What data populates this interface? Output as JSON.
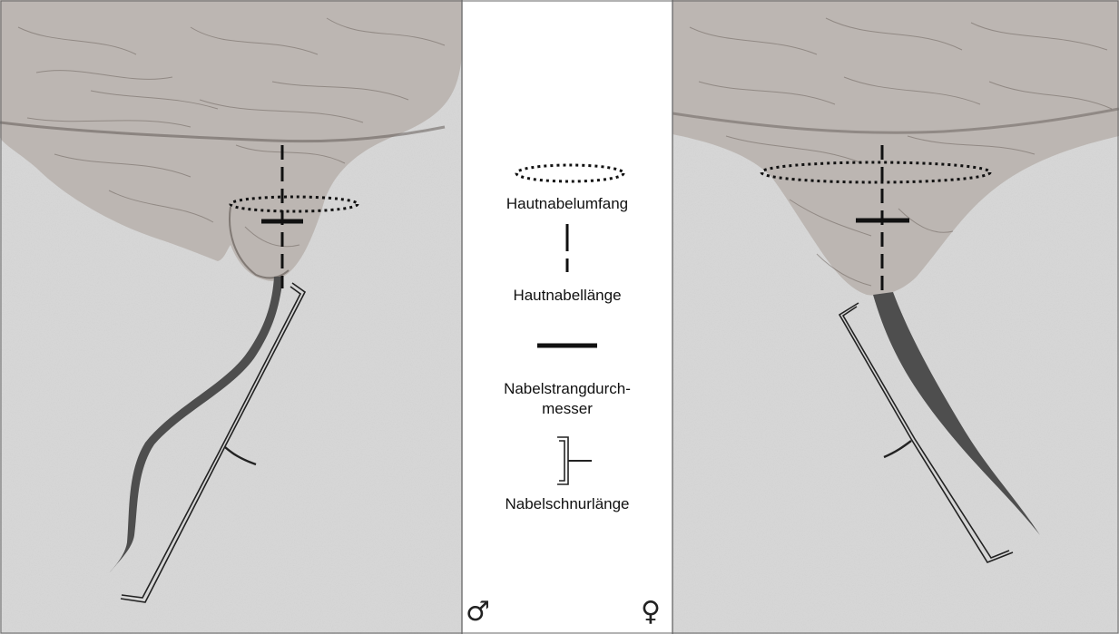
{
  "legend": {
    "skin_umbilicus_circumference": "Hautnabelumfang",
    "skin_umbilicus_length": "Hautnabellänge",
    "cord_diameter_line1": "Nabelstrangdurch-",
    "cord_diameter_line2": "messer",
    "cord_length": "Nabelschnurlänge"
  },
  "symbols": {
    "male": "♂",
    "female": "♀"
  },
  "colors": {
    "panel_background": "#d6d6d6",
    "legend_background": "#ffffff",
    "fur": "#6f6660",
    "cord": "#4e4e4e",
    "marker": "#111111"
  }
}
